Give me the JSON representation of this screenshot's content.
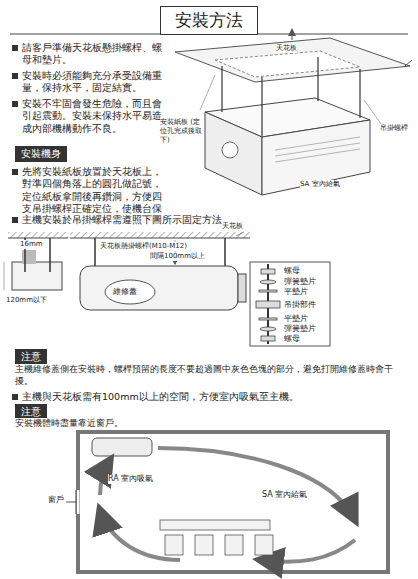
{
  "diagram": {
    "nodes": [
      {
        "text": [
          "安裝方法"
        ]
      },
      {
        "text": [
          "安裝機身"
        ]
      },
      {
        "text": [
          "注意"
        ]
      },
      {
        "text": [
          "注意"
        ]
      }
    ],
    "labels": [
      "請客戶準備天花板懸掛螺桿、螺母和墊片。",
      "安裝時必須能夠充分承受設備重量，保持水平，固定結實。",
      "安裝不牢固會發生危險，而且會引起震動。安裝未保持水平易造成內部機構動作不良。",
      "天花板",
      "安裝紙板 (定位孔完成後取下)",
      "吊掛螺桿",
      "SA 室內給氣",
      "先將安裝紙板放置於天花板上，對準四個角落上的圓孔做記號，定位紙板拿開後再鑽洞，方便四支吊掛螺桿正確定位，使機台保持水平狀態。",
      "主機安裝於吊掛螺桿需遵照下圖所示固定方法。",
      "16mm",
      "天花板懸掛螺桿(M10-M12)",
      "天花板",
      "間隔100mm以上",
      "維修蓋",
      "120mm以下",
      "螺母",
      "彈簧墊片",
      "平墊片",
      "吊掛部件",
      "平墊片",
      "彈簧墊片",
      "螺母",
      "主機維修蓋側在安裝時，螺桿預留的長度不要超過圖中灰色色塊的部分，避免打開維修蓋時會干擾。",
      "主機與天花板需有100mm以上的空間，方便室內吸氣至主機。",
      "安裝機體時盡量靠近窗戶。",
      "SA 室內給氣",
      "RA 室內吸氣",
      "窗戶"
    ]
  }
}
